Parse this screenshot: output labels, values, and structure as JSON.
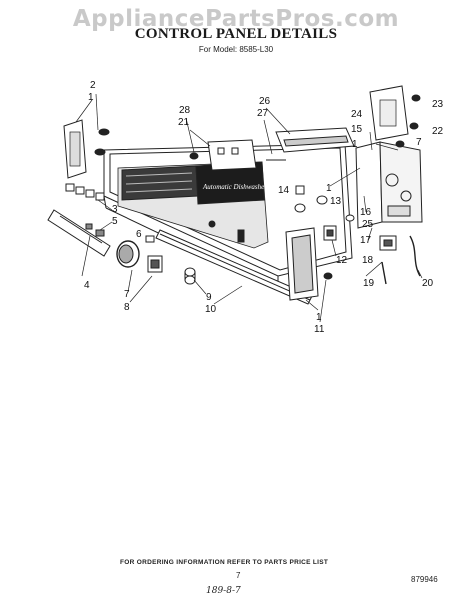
{
  "watermark": "AppliancePartsPros.com",
  "title": "CONTROL PANEL DETAILS",
  "model_line": "For Model: 8585-L30",
  "panel_script": "Automatic Dishwasher",
  "callouts": [
    "1",
    "2",
    "3",
    "4",
    "5",
    "6",
    "7",
    "8",
    "9",
    "10",
    "11",
    "12",
    "13",
    "14",
    "15",
    "16",
    "17",
    "18",
    "19",
    "20",
    "21",
    "22",
    "23",
    "24",
    "25",
    "26",
    "27",
    "28"
  ],
  "footer": {
    "ordering_note": "FOR ORDERING INFORMATION REFER TO PARTS PRICE LIST",
    "page_number": "7",
    "ref_code": "879946",
    "handwritten": "189-8-7"
  }
}
